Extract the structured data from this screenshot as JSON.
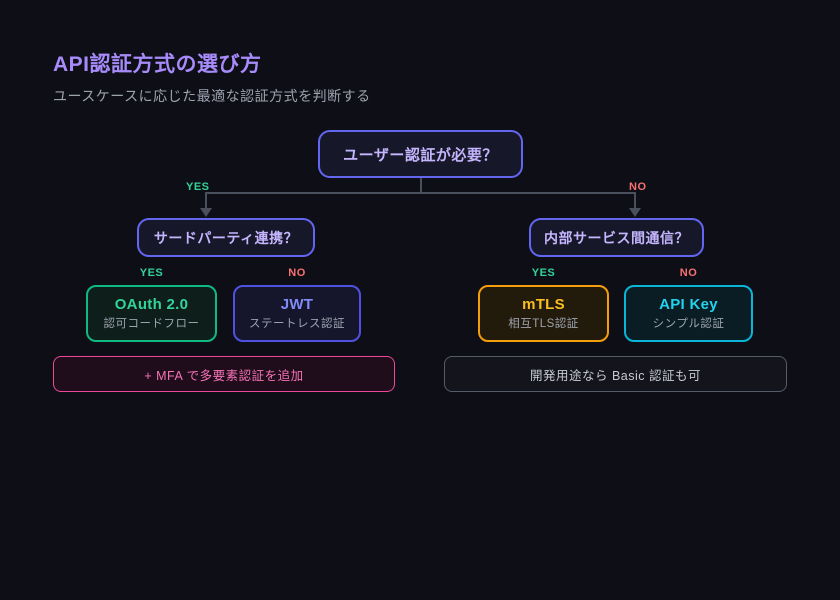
{
  "page": {
    "title": "API認証方式の選び方",
    "subtitle": "ユースケースに応じた最適な認証方式を判断する"
  },
  "flowchart": {
    "root": {
      "question": "ユーザー認証が必要？"
    },
    "root_yes_label": "YES",
    "root_no_label": "NO",
    "left_branch": {
      "question": "サードパーティ連携？",
      "yes_label": "YES",
      "no_label": "NO",
      "yes_node": {
        "title": "OAuth 2.0",
        "subtitle": "認可コードフロー"
      },
      "no_node": {
        "title": "JWT",
        "subtitle": "ステートレス認証"
      },
      "note": "+ MFA で多要素認証を追加"
    },
    "right_branch": {
      "question": "内部サービス間通信？",
      "yes_label": "YES",
      "no_label": "NO",
      "yes_node": {
        "title": "mTLS",
        "subtitle": "相互TLS認証"
      },
      "no_node": {
        "title": "API Key",
        "subtitle": "シンプル認証"
      },
      "note": "開発用途なら Basic 認証も可"
    },
    "colors": {
      "background": "#0e0e16",
      "title": "#a78bfa",
      "subtitle": "#9ca3af",
      "question_border": "#6366f1",
      "question_text": "#c4b5fd",
      "yes_label": "#34d399",
      "no_label": "#f87171",
      "connector": "#4a4f5e",
      "oauth_accent": "#34d399",
      "jwt_accent": "#818cf8",
      "mtls_accent": "#fbbf24",
      "apikey_accent": "#22d3ee",
      "mfa_note_accent": "#ec4899",
      "basic_note_accent": "#c6cad2"
    }
  }
}
